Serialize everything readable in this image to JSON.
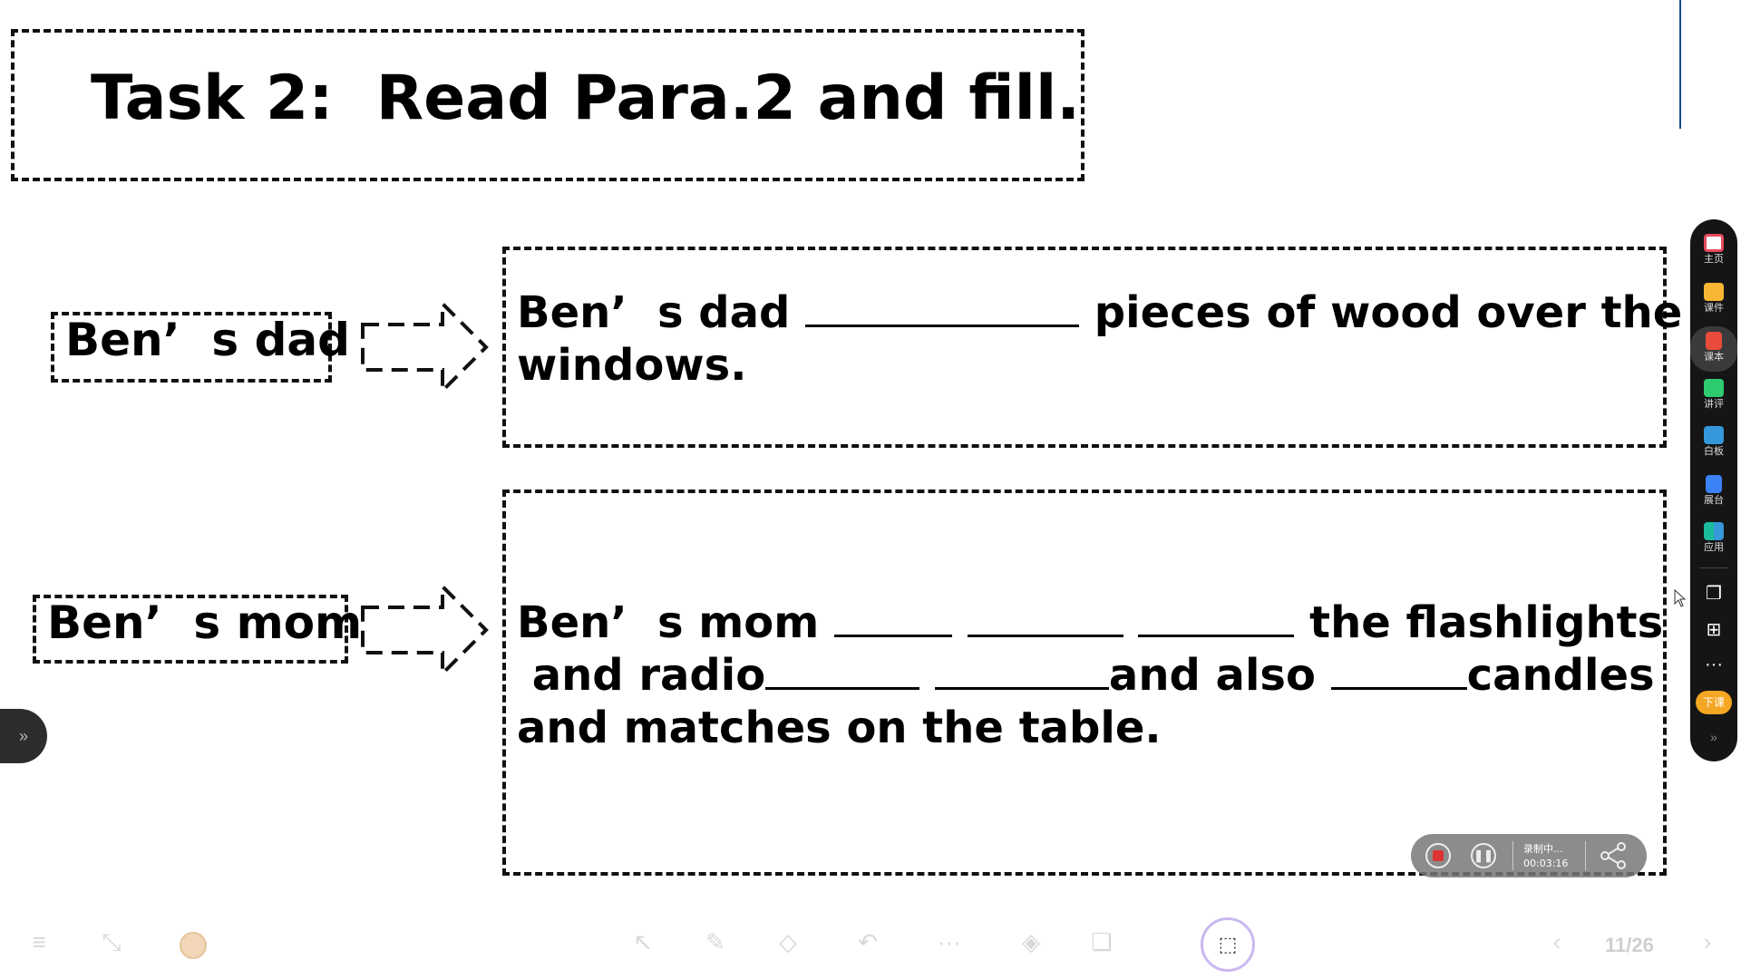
{
  "task": {
    "title": "Task 2:  Read Para.2 and fill."
  },
  "rows": [
    {
      "label": "Ben’  s dad",
      "line1_pre": "Ben’  s dad ",
      "line1_post": " pieces of wood over the",
      "line2": "windows."
    },
    {
      "label": "Ben’  s mom",
      "line1_pre": "Ben’  s mom ",
      "line1_post": " the flashlights",
      "line2_pre": " and radio",
      "line2_mid": "and also ",
      "line2_post": "candles",
      "line3": "and matches on the table."
    }
  ],
  "sidebar": {
    "items": [
      {
        "label": "主页",
        "icon": "home-icon",
        "color": "#e84a5f"
      },
      {
        "label": "课件",
        "icon": "folder-icon",
        "color": "#f7b733"
      },
      {
        "label": "课本",
        "icon": "book-icon",
        "color": "#e94b3c"
      },
      {
        "label": "讲评",
        "icon": "comment-icon",
        "color": "#2ecc71"
      },
      {
        "label": "白板",
        "icon": "whiteboard-icon",
        "color": "#3498db"
      },
      {
        "label": "展台",
        "icon": "booth-icon",
        "color": "#3b82f6"
      },
      {
        "label": "应用",
        "icon": "apps-icon",
        "color": "#1abc9c"
      }
    ],
    "window_icon": "window-icon",
    "windows_icon": "windows-logo-icon",
    "more": "···",
    "end_class": "下课",
    "expand": "»"
  },
  "recorder": {
    "status": "录制中...",
    "time": "00:03:16"
  },
  "left_tab": {
    "label": "»"
  },
  "toolbar": {
    "page": "11/26",
    "icons": [
      "menu-icon",
      "shrink-icon",
      "avatar-icon",
      "pointer-icon",
      "pen-icon",
      "eraser-icon",
      "undo-icon",
      "more-icon",
      "layers-icon",
      "copy-icon",
      "select-icon",
      "prev-icon",
      "next-icon"
    ]
  }
}
